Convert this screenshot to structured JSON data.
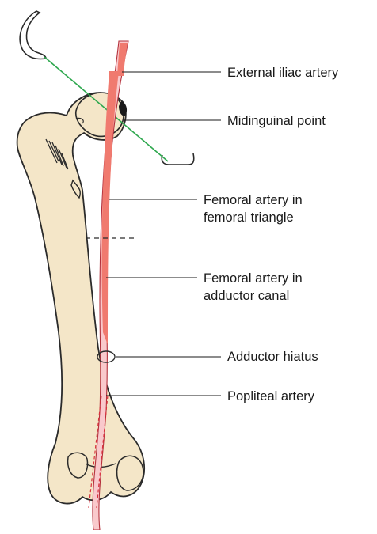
{
  "labels": {
    "external_iliac": "External iliac artery",
    "midinguinal": "Midinguinal point",
    "femoral_triangle_line1": "Femoral artery in",
    "femoral_triangle_line2": "femoral triangle",
    "adductor_canal_line1": "Femoral artery in",
    "adductor_canal_line2": "adductor canal",
    "adductor_hiatus": "Adductor hiatus",
    "popliteal": "Popliteal artery"
  },
  "colors": {
    "bone_fill": "#f4e6c8",
    "bone_stroke": "#2b2b2b",
    "artery_dark": "#f07a6f",
    "artery_light": "#f9c9cc",
    "inguinal_line": "#2fa84f",
    "leader": "#1a1a1a"
  }
}
